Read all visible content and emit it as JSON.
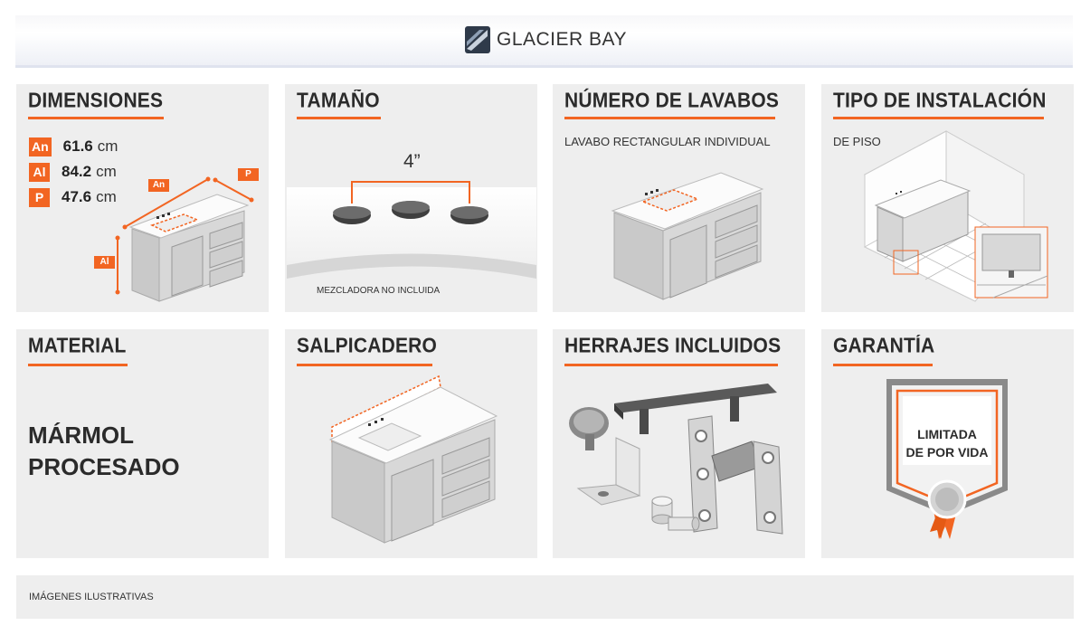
{
  "brand": {
    "name": "GLACIER BAY"
  },
  "colors": {
    "accent": "#f26522",
    "panel": "#eeeeee"
  },
  "panels": {
    "dimensions": {
      "title": "DIMENSIONES",
      "rows": [
        {
          "badge": "An",
          "value": "61.6",
          "unit": "cm"
        },
        {
          "badge": "Al",
          "value": "84.2",
          "unit": "cm"
        },
        {
          "badge": "P",
          "value": "47.6",
          "unit": "cm"
        }
      ],
      "diagram_labels": {
        "width": "An",
        "height": "Al",
        "depth": "P"
      }
    },
    "size": {
      "title": "TAMAÑO",
      "spread": "4”",
      "note": "MEZCLADORA NO INCLUIDA"
    },
    "sinks": {
      "title": "NÚMERO DE LAVABOS",
      "subtitle": "LAVABO RECTANGULAR INDIVIDUAL"
    },
    "install": {
      "title": "TIPO DE INSTALACIÓN",
      "subtitle": "DE PISO"
    },
    "material": {
      "title": "MATERIAL",
      "line1": "MÁRMOL",
      "line2": "PROCESADO"
    },
    "backsplash": {
      "title": "SALPICADERO"
    },
    "hardware": {
      "title": "HERRAJES INCLUIDOS"
    },
    "warranty": {
      "title": "GARANTÍA",
      "line1": "LIMITADA",
      "line2": "DE POR VIDA"
    }
  },
  "footer": {
    "note": "IMÁGENES ILUSTRATIVAS"
  }
}
